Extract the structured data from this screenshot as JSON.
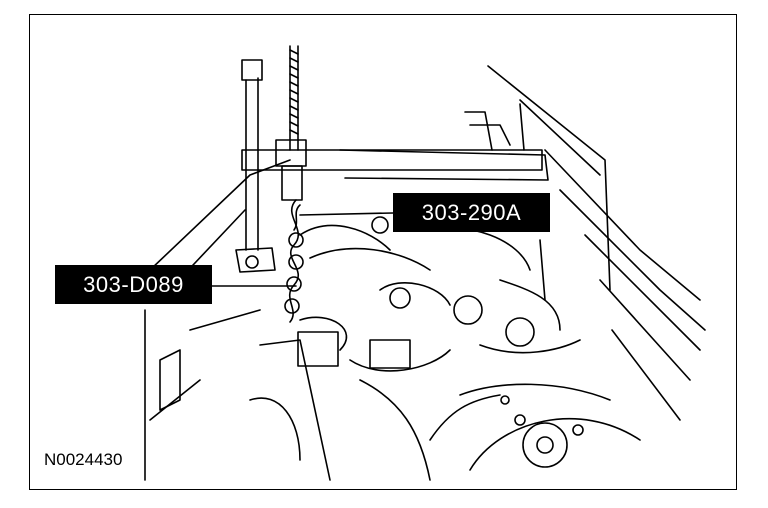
{
  "figure_id": "N0024430",
  "callouts": [
    {
      "label": "303-290A"
    },
    {
      "label": "303-D089"
    }
  ],
  "colors": {
    "line": "#000000",
    "background": "#ffffff",
    "callout_bg": "#000000",
    "callout_text": "#ffffff"
  }
}
